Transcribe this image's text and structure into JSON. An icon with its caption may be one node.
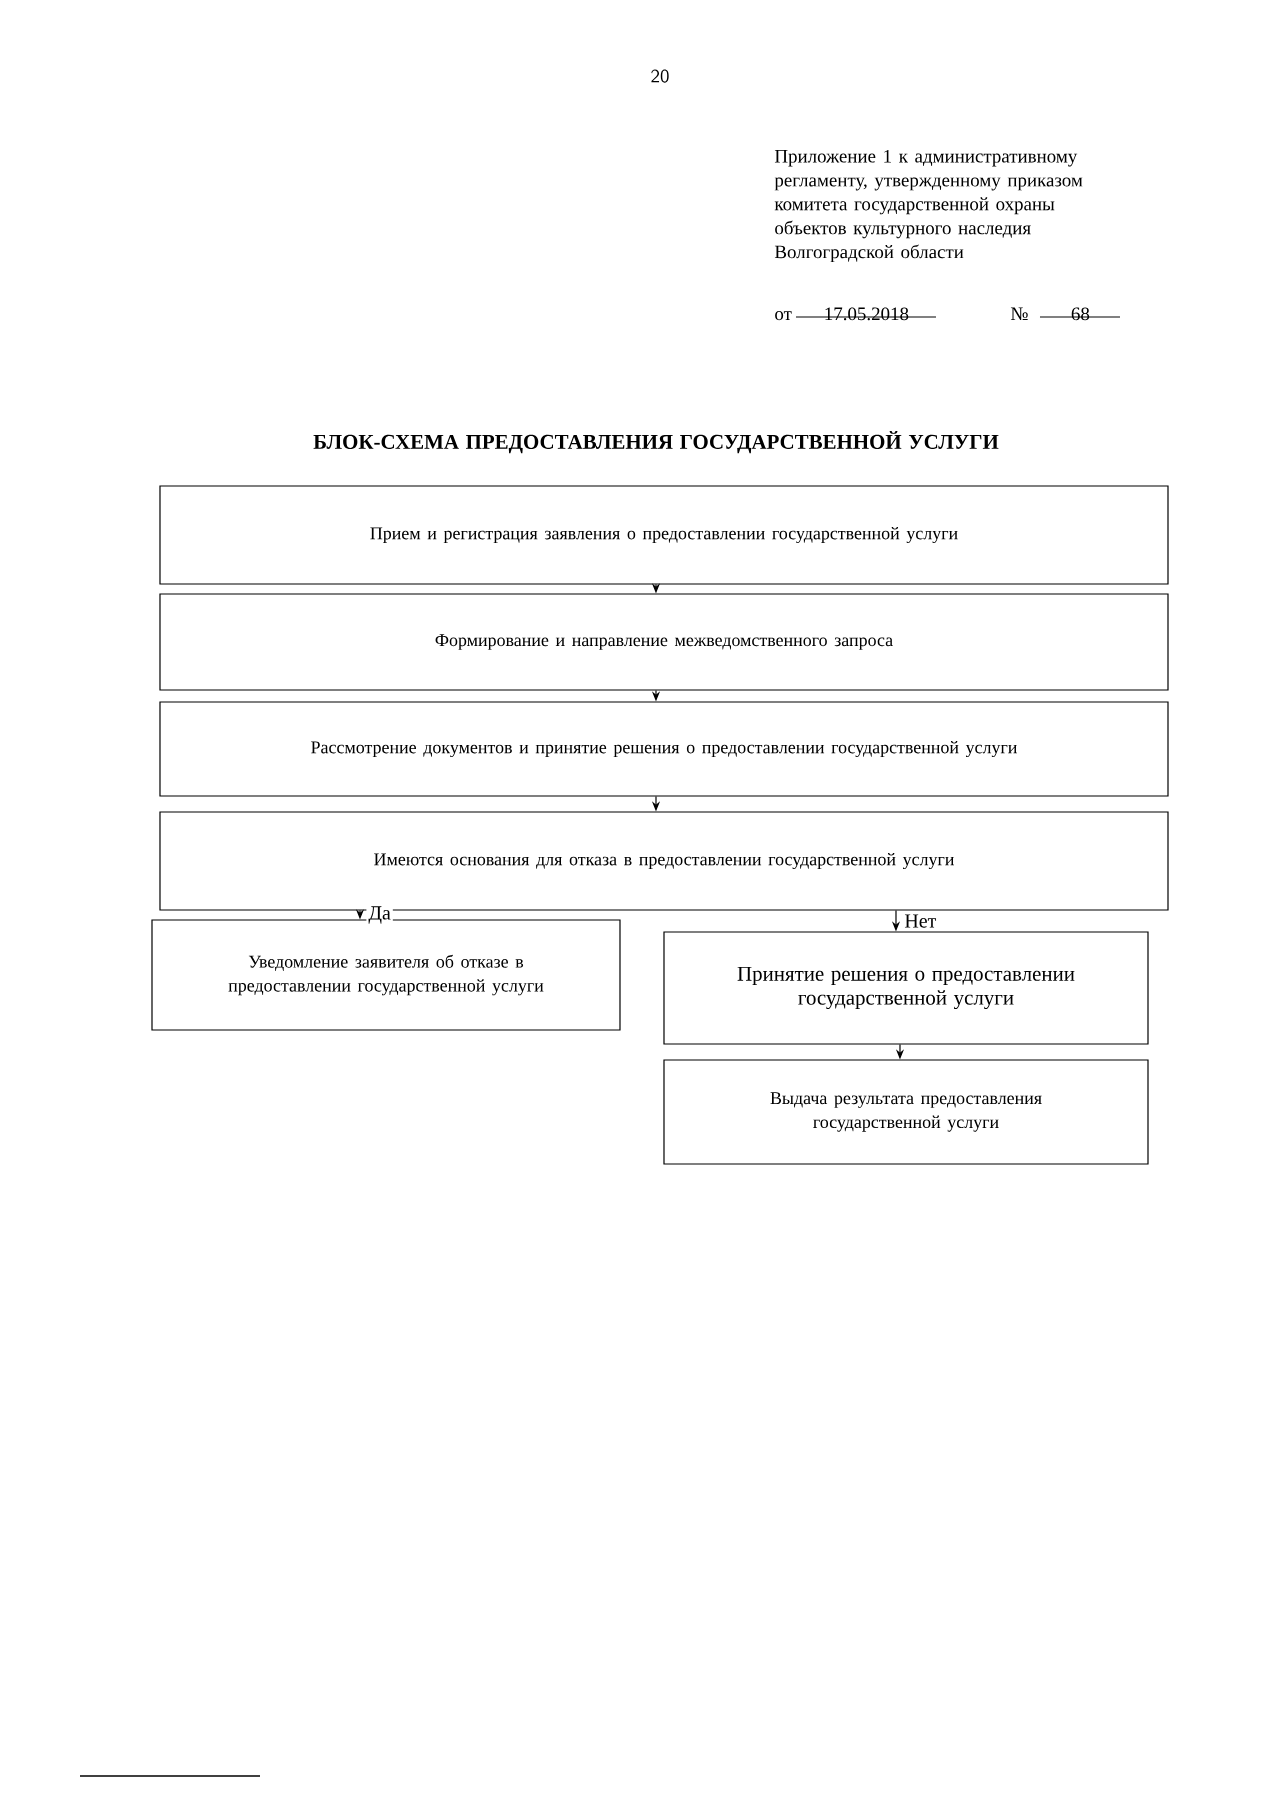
{
  "diagram": {
    "title": "БЛОК-СХЕМА ПРЕДОСТАВЛЕНИЯ ГОСУДАРСТВЕННОЙ УСЛУГИ",
    "nodes": [
      {
        "text": [
          "Прием и регистрация заявления о предоставлении государственной услуги"
        ]
      },
      {
        "text": [
          "Формирование и направление межведомственного запроса"
        ]
      },
      {
        "text": [
          "Рассмотрение документов и принятие решения о предоставлении государственной услуги"
        ]
      },
      {
        "text": [
          "Имеются основания для отказа в предоставлении государственной услуги"
        ]
      },
      {
        "text": [
          "Уведомление заявителя об отказе в предоставлении государственной услуги"
        ]
      },
      {
        "text": [
          "Принятие решения о предоставлении государственной услуги"
        ]
      },
      {
        "text": [
          "Выдача результата предоставления государственной услуги"
        ]
      }
    ],
    "edges": [
      {
        "from": 0,
        "to": 1,
        "arrow": "to"
      },
      {
        "from": 1,
        "to": 2,
        "arrow": "to"
      },
      {
        "from": 2,
        "to": 3,
        "arrow": "to"
      },
      {
        "from": 3,
        "to": 4,
        "arrow": "to",
        "label": "Да"
      },
      {
        "from": 3,
        "to": 5,
        "arrow": "to",
        "label": "Нет"
      },
      {
        "from": 5,
        "to": 6,
        "arrow": "to"
      }
    ],
    "labels": [
      "20",
      "Приложение 1 к административному регламенту, утвержденному приказом комитета государственной охраны объектов культурного наследия Волгоградской области",
      "от",
      "17.05.2018",
      "№",
      "68"
    ]
  }
}
